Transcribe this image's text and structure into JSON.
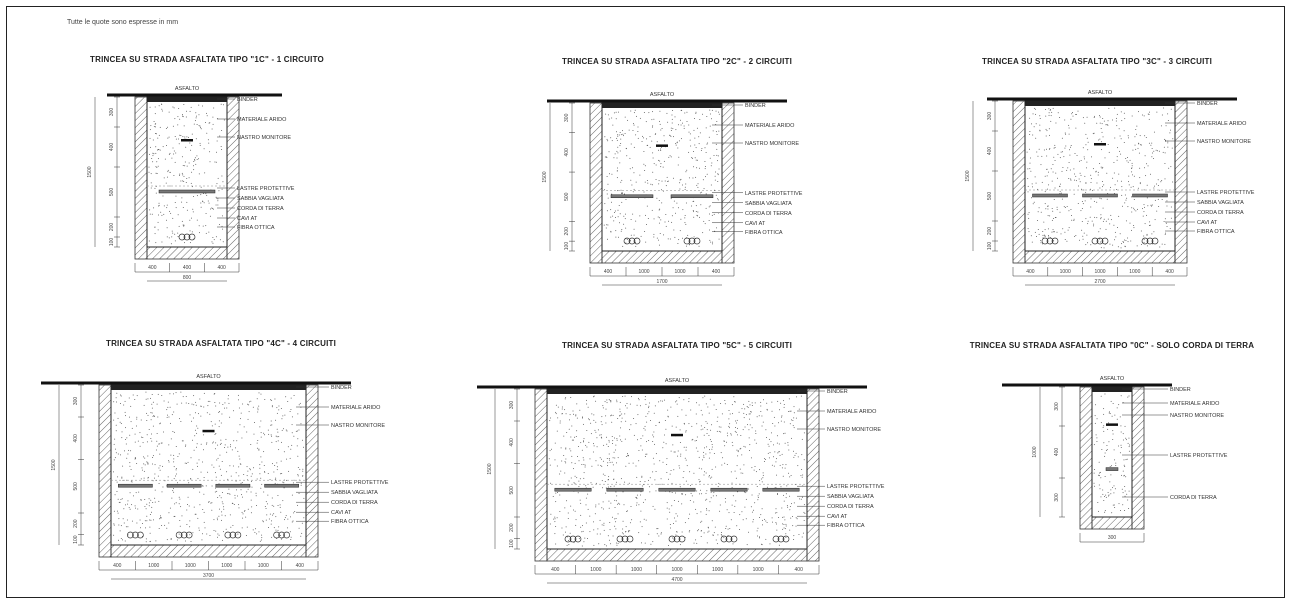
{
  "note": "Tutte le quote sono espresse in mm",
  "panels": [
    {
      "title": "TRINCEA SU STRADA ASFALTATA TIPO \"1C\" - 1 CIRCUITO",
      "top_label": "ASFALTO",
      "labels": [
        "BINDER",
        "MATERIALE ARIDO",
        "NASTRO MONITORE",
        "LASTRE PROTETTIVE",
        "SABBIA VAGLIATA",
        "CORDA DI TERRA",
        "CAVI AT",
        "FIBRA OTTICA"
      ],
      "bottom_dims": [
        "400",
        "400",
        "400"
      ],
      "total_width": "800",
      "total_depth": "1500",
      "side_dims": [
        "300",
        "400",
        "500",
        "200",
        "100"
      ]
    },
    {
      "title": "TRINCEA SU STRADA ASFALTATA TIPO \"2C\" - 2 CIRCUITI",
      "top_label": "ASFALTO",
      "labels": [
        "BINDER",
        "MATERIALE ARIDO",
        "NASTRO MONITORE",
        "LASTRE PROTETTIVE",
        "SABBIA VAGLIATA",
        "CORDA DI TERRA",
        "CAVI AT",
        "FIBRA OTTICA"
      ],
      "bottom_dims": [
        "400",
        "1000",
        "1000",
        "400"
      ],
      "total_width": "1700",
      "total_depth": "1500",
      "side_dims": [
        "300",
        "400",
        "500",
        "200",
        "100"
      ]
    },
    {
      "title": "TRINCEA SU STRADA ASFALTATA TIPO \"3C\" - 3 CIRCUITI",
      "top_label": "ASFALTO",
      "labels": [
        "BINDER",
        "MATERIALE ARIDO",
        "NASTRO MONITORE",
        "LASTRE PROTETTIVE",
        "SABBIA VAGLIATA",
        "CORDA DI TERRA",
        "CAVI AT",
        "FIBRA OTTICA"
      ],
      "bottom_dims": [
        "400",
        "1000",
        "1000",
        "1000",
        "400"
      ],
      "total_width": "2700",
      "total_depth": "1500",
      "side_dims": [
        "300",
        "400",
        "500",
        "200",
        "100"
      ]
    },
    {
      "title": "TRINCEA SU STRADA ASFALTATA TIPO \"4C\" - 4 CIRCUITI",
      "top_label": "ASFALTO",
      "labels": [
        "BINDER",
        "MATERIALE ARIDO",
        "NASTRO MONITORE",
        "LASTRE PROTETTIVE",
        "SABBIA VAGLIATA",
        "CORDA DI TERRA",
        "CAVI AT",
        "FIBRA OTTICA"
      ],
      "bottom_dims": [
        "400",
        "1000",
        "1000",
        "1000",
        "1000",
        "400"
      ],
      "total_width": "3700",
      "total_depth": "1500",
      "side_dims": [
        "300",
        "400",
        "500",
        "200",
        "100"
      ]
    },
    {
      "title": "TRINCEA SU STRADA ASFALTATA TIPO \"5C\" - 5 CIRCUITI",
      "top_label": "ASFALTO",
      "labels": [
        "BINDER",
        "MATERIALE ARIDO",
        "NASTRO MONITORE",
        "LASTRE PROTETTIVE",
        "SABBIA VAGLIATA",
        "CORDA DI TERRA",
        "CAVI AT",
        "FIBRA OTTICA"
      ],
      "bottom_dims": [
        "400",
        "1000",
        "1000",
        "1000",
        "1000",
        "1000",
        "400"
      ],
      "total_width": "4700",
      "total_depth": "1500",
      "side_dims": [
        "300",
        "400",
        "500",
        "200",
        "100"
      ]
    },
    {
      "title": "TRINCEA SU STRADA ASFALTATA TIPO \"0C\" - SOLO CORDA DI TERRA",
      "top_label": "ASFALTO",
      "labels": [
        "BINDER",
        "MATERIALE ARIDO",
        "NASTRO MONITORE",
        "LASTRE PROTETTIVE",
        "CORDA DI TERRA"
      ],
      "bottom_dims": [
        "300"
      ],
      "total_width": "",
      "total_depth": "1000",
      "side_dims": [
        "300",
        "400",
        "300"
      ]
    }
  ]
}
